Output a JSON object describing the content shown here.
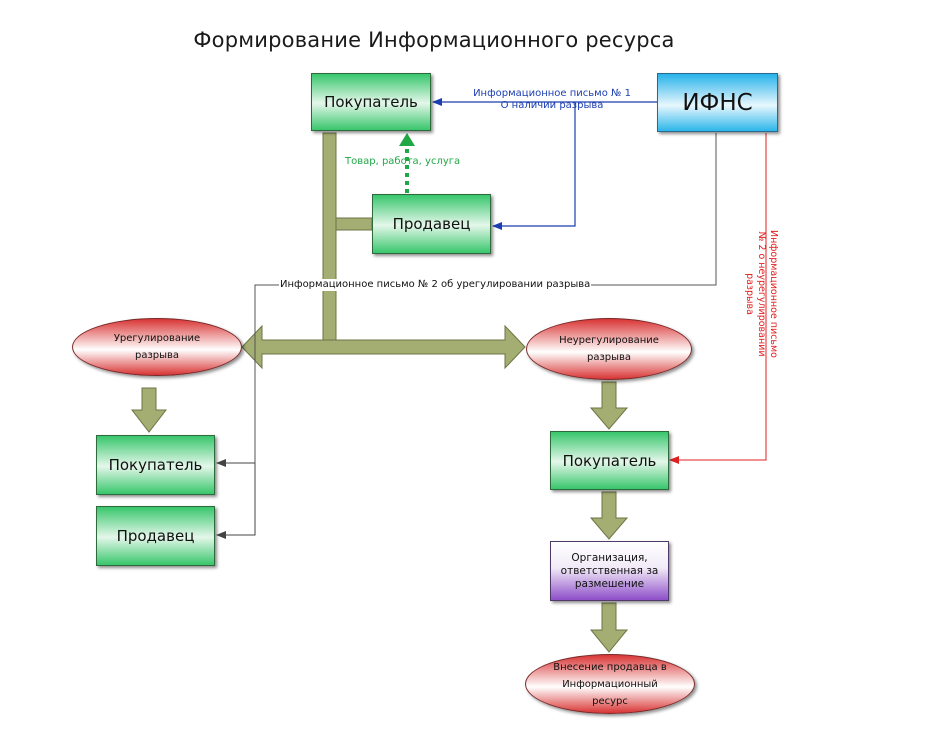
{
  "title": "Формирование Информационного ресурса",
  "nodes": {
    "buyer_top": "Покупатель",
    "ifns": "ИФНС",
    "seller_top": "Продавец",
    "settled": "Урегулирование разрыва",
    "unsettled": "Неурегулирование разрыва",
    "buyer_left": "Покупатель",
    "seller_left": "Продавец",
    "buyer_right": "Покупатель",
    "org": "Организация, ответственная за размешение",
    "inclusion": "Внесение продавца в Информационный ресурс"
  },
  "edges": {
    "letter1_line1": "Информационное письмо № 1",
    "letter1_line2": "О наличии разрыва",
    "goods": "Товар, работа, услуга",
    "letter2": "Информационное письмо № 2 об урегулировании разрыва",
    "letter2_unsettled_line1": "Информационное письмо",
    "letter2_unsettled_line2": "№ 2 о неурегулировании",
    "letter2_unsettled_line3": "разрыва"
  },
  "colors": {
    "green_box": "#38c66c",
    "blue_box": "#27b3ea",
    "red_oval": "#d93535",
    "purple_box": "#8d4ec9",
    "olive_arrow": "#a4ad72",
    "blue_line": "#1c3eb0",
    "green_dotted": "#20a847",
    "red_line": "#e02020",
    "gray_line": "#555555"
  }
}
